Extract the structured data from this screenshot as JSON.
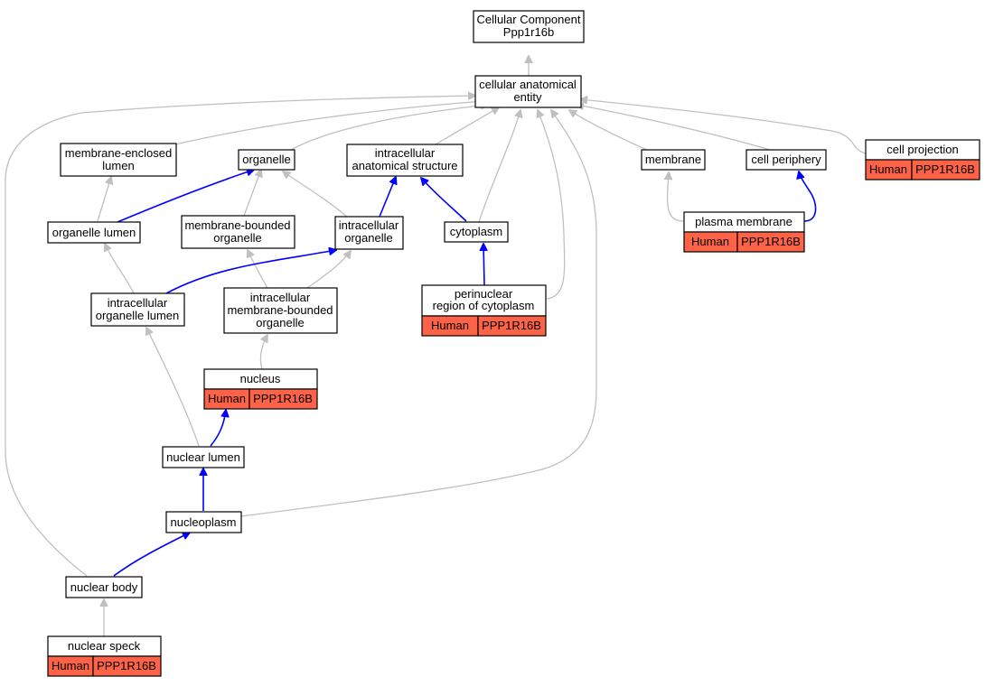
{
  "diagram": {
    "root": {
      "line1": "Cellular Component",
      "line2": "Ppp1r16b"
    },
    "nodes": {
      "cellular_anatomical_entity": {
        "line1": "cellular anatomical",
        "line2": "entity"
      },
      "membrane_enclosed_lumen": {
        "line1": "membrane-enclosed",
        "line2": "lumen"
      },
      "organelle": {
        "label": "organelle"
      },
      "intracellular_anatomical_structure": {
        "line1": "intracellular",
        "line2": "anatomical structure"
      },
      "membrane": {
        "label": "membrane"
      },
      "cell_periphery": {
        "label": "cell periphery"
      },
      "cell_projection": {
        "label": "cell projection",
        "species": "Human",
        "gene": "PPP1R16B"
      },
      "organelle_lumen": {
        "label": "organelle lumen"
      },
      "membrane_bounded_organelle": {
        "line1": "membrane-bounded",
        "line2": "organelle"
      },
      "intracellular_organelle": {
        "line1": "intracellular",
        "line2": "organelle"
      },
      "cytoplasm": {
        "label": "cytoplasm"
      },
      "plasma_membrane": {
        "label": "plasma membrane",
        "species": "Human",
        "gene": "PPP1R16B"
      },
      "intracellular_organelle_lumen": {
        "line1": "intracellular",
        "line2": "organelle lumen"
      },
      "intracellular_membrane_bounded_organelle": {
        "line1": "intracellular",
        "line2": "membrane-bounded",
        "line3": "organelle"
      },
      "perinuclear_region_of_cytoplasm": {
        "line1": "perinuclear",
        "line2": "region of cytoplasm",
        "species": "Human",
        "gene": "PPP1R16B"
      },
      "nucleus": {
        "label": "nucleus",
        "species": "Human",
        "gene": "PPP1R16B"
      },
      "nuclear_lumen": {
        "label": "nuclear lumen"
      },
      "nucleoplasm": {
        "label": "nucleoplasm"
      },
      "nuclear_body": {
        "label": "nuclear body"
      },
      "nuclear_speck": {
        "label": "nuclear speck",
        "species": "Human",
        "gene": "PPP1R16B"
      }
    },
    "colors": {
      "annotation_fill": "#ff6347",
      "is_a_edge": "#c0c0c0",
      "part_of_edge": "#0000ff"
    }
  }
}
